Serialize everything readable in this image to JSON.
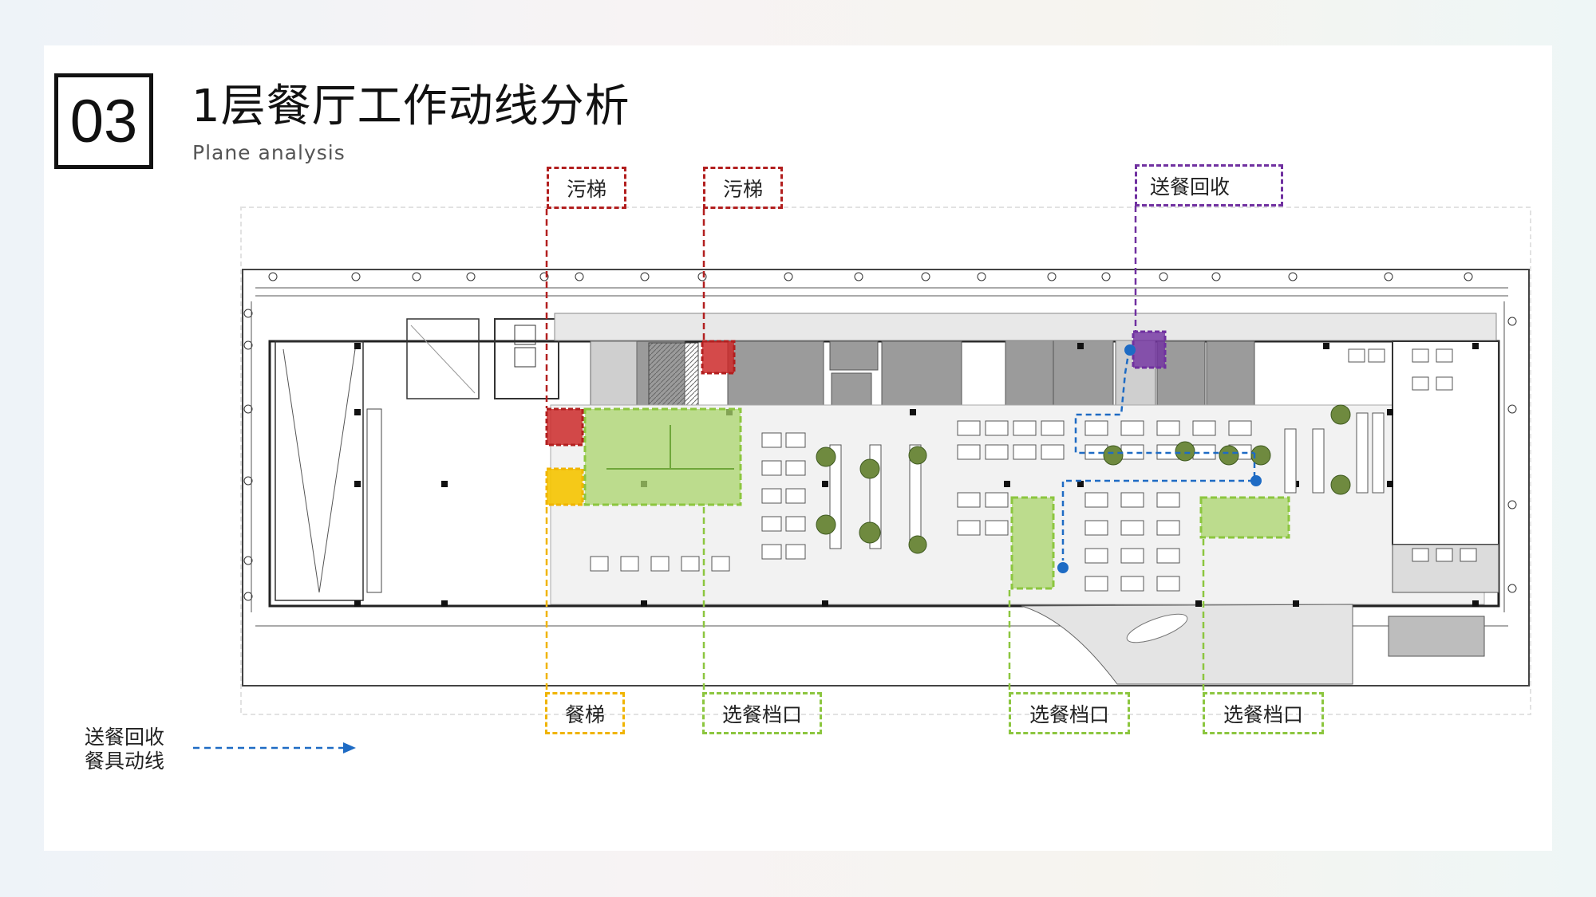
{
  "header": {
    "number": "03",
    "title": "1层餐厅工作动线分析",
    "subtitle": "Plane analysis"
  },
  "labels": {
    "dirty_elevator_1": "污梯",
    "dirty_elevator_2": "污梯",
    "delivery_recycle": "送餐回收",
    "food_elevator": "餐梯",
    "selection_counter_1": "选餐档口",
    "selection_counter_2": "选餐档口",
    "selection_counter_3": "选餐档口"
  },
  "legend": {
    "line1": "送餐回收",
    "line2": "餐具动线"
  },
  "colors": {
    "red": "#b21f1f",
    "yellow": "#f0b400",
    "green": "#8cc63f",
    "purple": "#7030a0",
    "blue": "#1e6bc4"
  }
}
